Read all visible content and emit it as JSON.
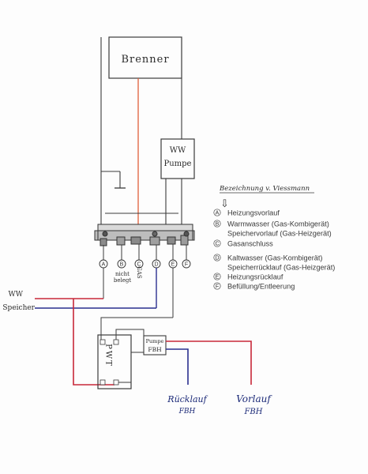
{
  "colors": {
    "ink": "#3b3b3b",
    "burner_line": "#e0603a",
    "red_line": "#c8283a",
    "blue_line": "#2a2f8f",
    "paper": "#fdfdfd"
  },
  "boxes": {
    "brenner": "Brenner",
    "ww_pumpe_line1": "WW",
    "ww_pumpe_line2": "Pumpe",
    "pwt": "PWT",
    "pumpe_fbh_line1": "Pumpe",
    "pumpe_fbh_line2": "FBH"
  },
  "connectors": [
    {
      "key": "A",
      "note": ""
    },
    {
      "key": "B",
      "note": "nicht belegt"
    },
    {
      "key": "C",
      "note": "GAS"
    },
    {
      "key": "D",
      "note": ""
    },
    {
      "key": "E",
      "note": ""
    },
    {
      "key": "F",
      "note": ""
    }
  ],
  "connector_notes": {
    "b_line1": "nicht",
    "b_line2": "belegt",
    "c_vertical": "GAS"
  },
  "labels": {
    "ww_speicher_line1": "WW",
    "ww_speicher_line2": "Speicher",
    "ruecklauf_line1": "Rücklauf",
    "ruecklauf_line2": "FBH",
    "vorlauf_line1": "Vorlauf",
    "vorlauf_line2": "FBH"
  },
  "legend": {
    "heading": "Bezeichnung v. Viessmann",
    "arrow": "⇩",
    "items": [
      {
        "key": "A",
        "lines": [
          "Heizungsvorlauf"
        ]
      },
      {
        "key": "B",
        "lines": [
          "Warmwasser (Gas-Kombigerät)",
          "Speichervorlauf (Gas-Heizgerät)"
        ]
      },
      {
        "key": "C",
        "lines": [
          "Gasanschluss"
        ]
      },
      {
        "key": "D",
        "lines": [
          "Kaltwasser (Gas-Kombigerät)",
          "Speicherrücklauf (Gas-Heizgerät)"
        ]
      },
      {
        "key": "E",
        "lines": [
          "Heizungsrücklauf"
        ]
      },
      {
        "key": "F",
        "lines": [
          "Befüllung/Entleerung"
        ]
      }
    ]
  }
}
